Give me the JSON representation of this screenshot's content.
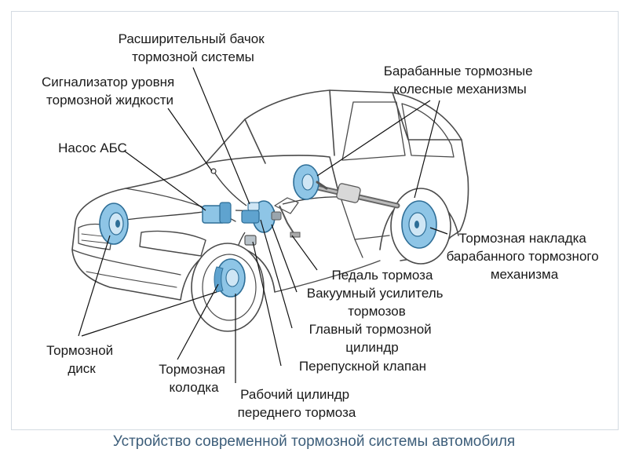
{
  "labels": {
    "expansion_tank": [
      "Расширительный бачок",
      "тормозной системы"
    ],
    "fluid_level_sensor": [
      "Сигнализатор уровня",
      "тормозной жидкости"
    ],
    "abs_pump": [
      "Насос АБС"
    ],
    "drum_brakes": [
      "Барабанные тормозные",
      "колесные механизмы"
    ],
    "drum_lining": [
      "Тормозная накладка",
      "барабанного тормозного",
      "механизма"
    ],
    "brake_pedal": [
      "Педаль тормоза"
    ],
    "vacuum_booster": [
      "Вакуумный усилитель",
      "тормозов"
    ],
    "master_cylinder": [
      "Главный тормозной",
      "цилиндр"
    ],
    "bypass_valve": [
      "Перепускной клапан"
    ],
    "brake_disc": [
      "Тормозной",
      "диск"
    ],
    "brake_pad": [
      "Тормозная",
      "колодка"
    ],
    "front_wheel_cylinder": [
      "Рабочий цилиндр",
      "переднего тормоза"
    ]
  },
  "caption": "Устройство современной тормозной системы автомобиля",
  "colors": {
    "caption": "#3d5e7a",
    "component_fill": "#8ec5e6",
    "component_stroke": "#2e6e97",
    "car_outline": "#4a4a4a",
    "leader": "#111111"
  },
  "icons": [
    "car-outline",
    "brake-disc-icon",
    "brake-drum-icon",
    "abs-pump-icon",
    "vacuum-booster-icon"
  ]
}
